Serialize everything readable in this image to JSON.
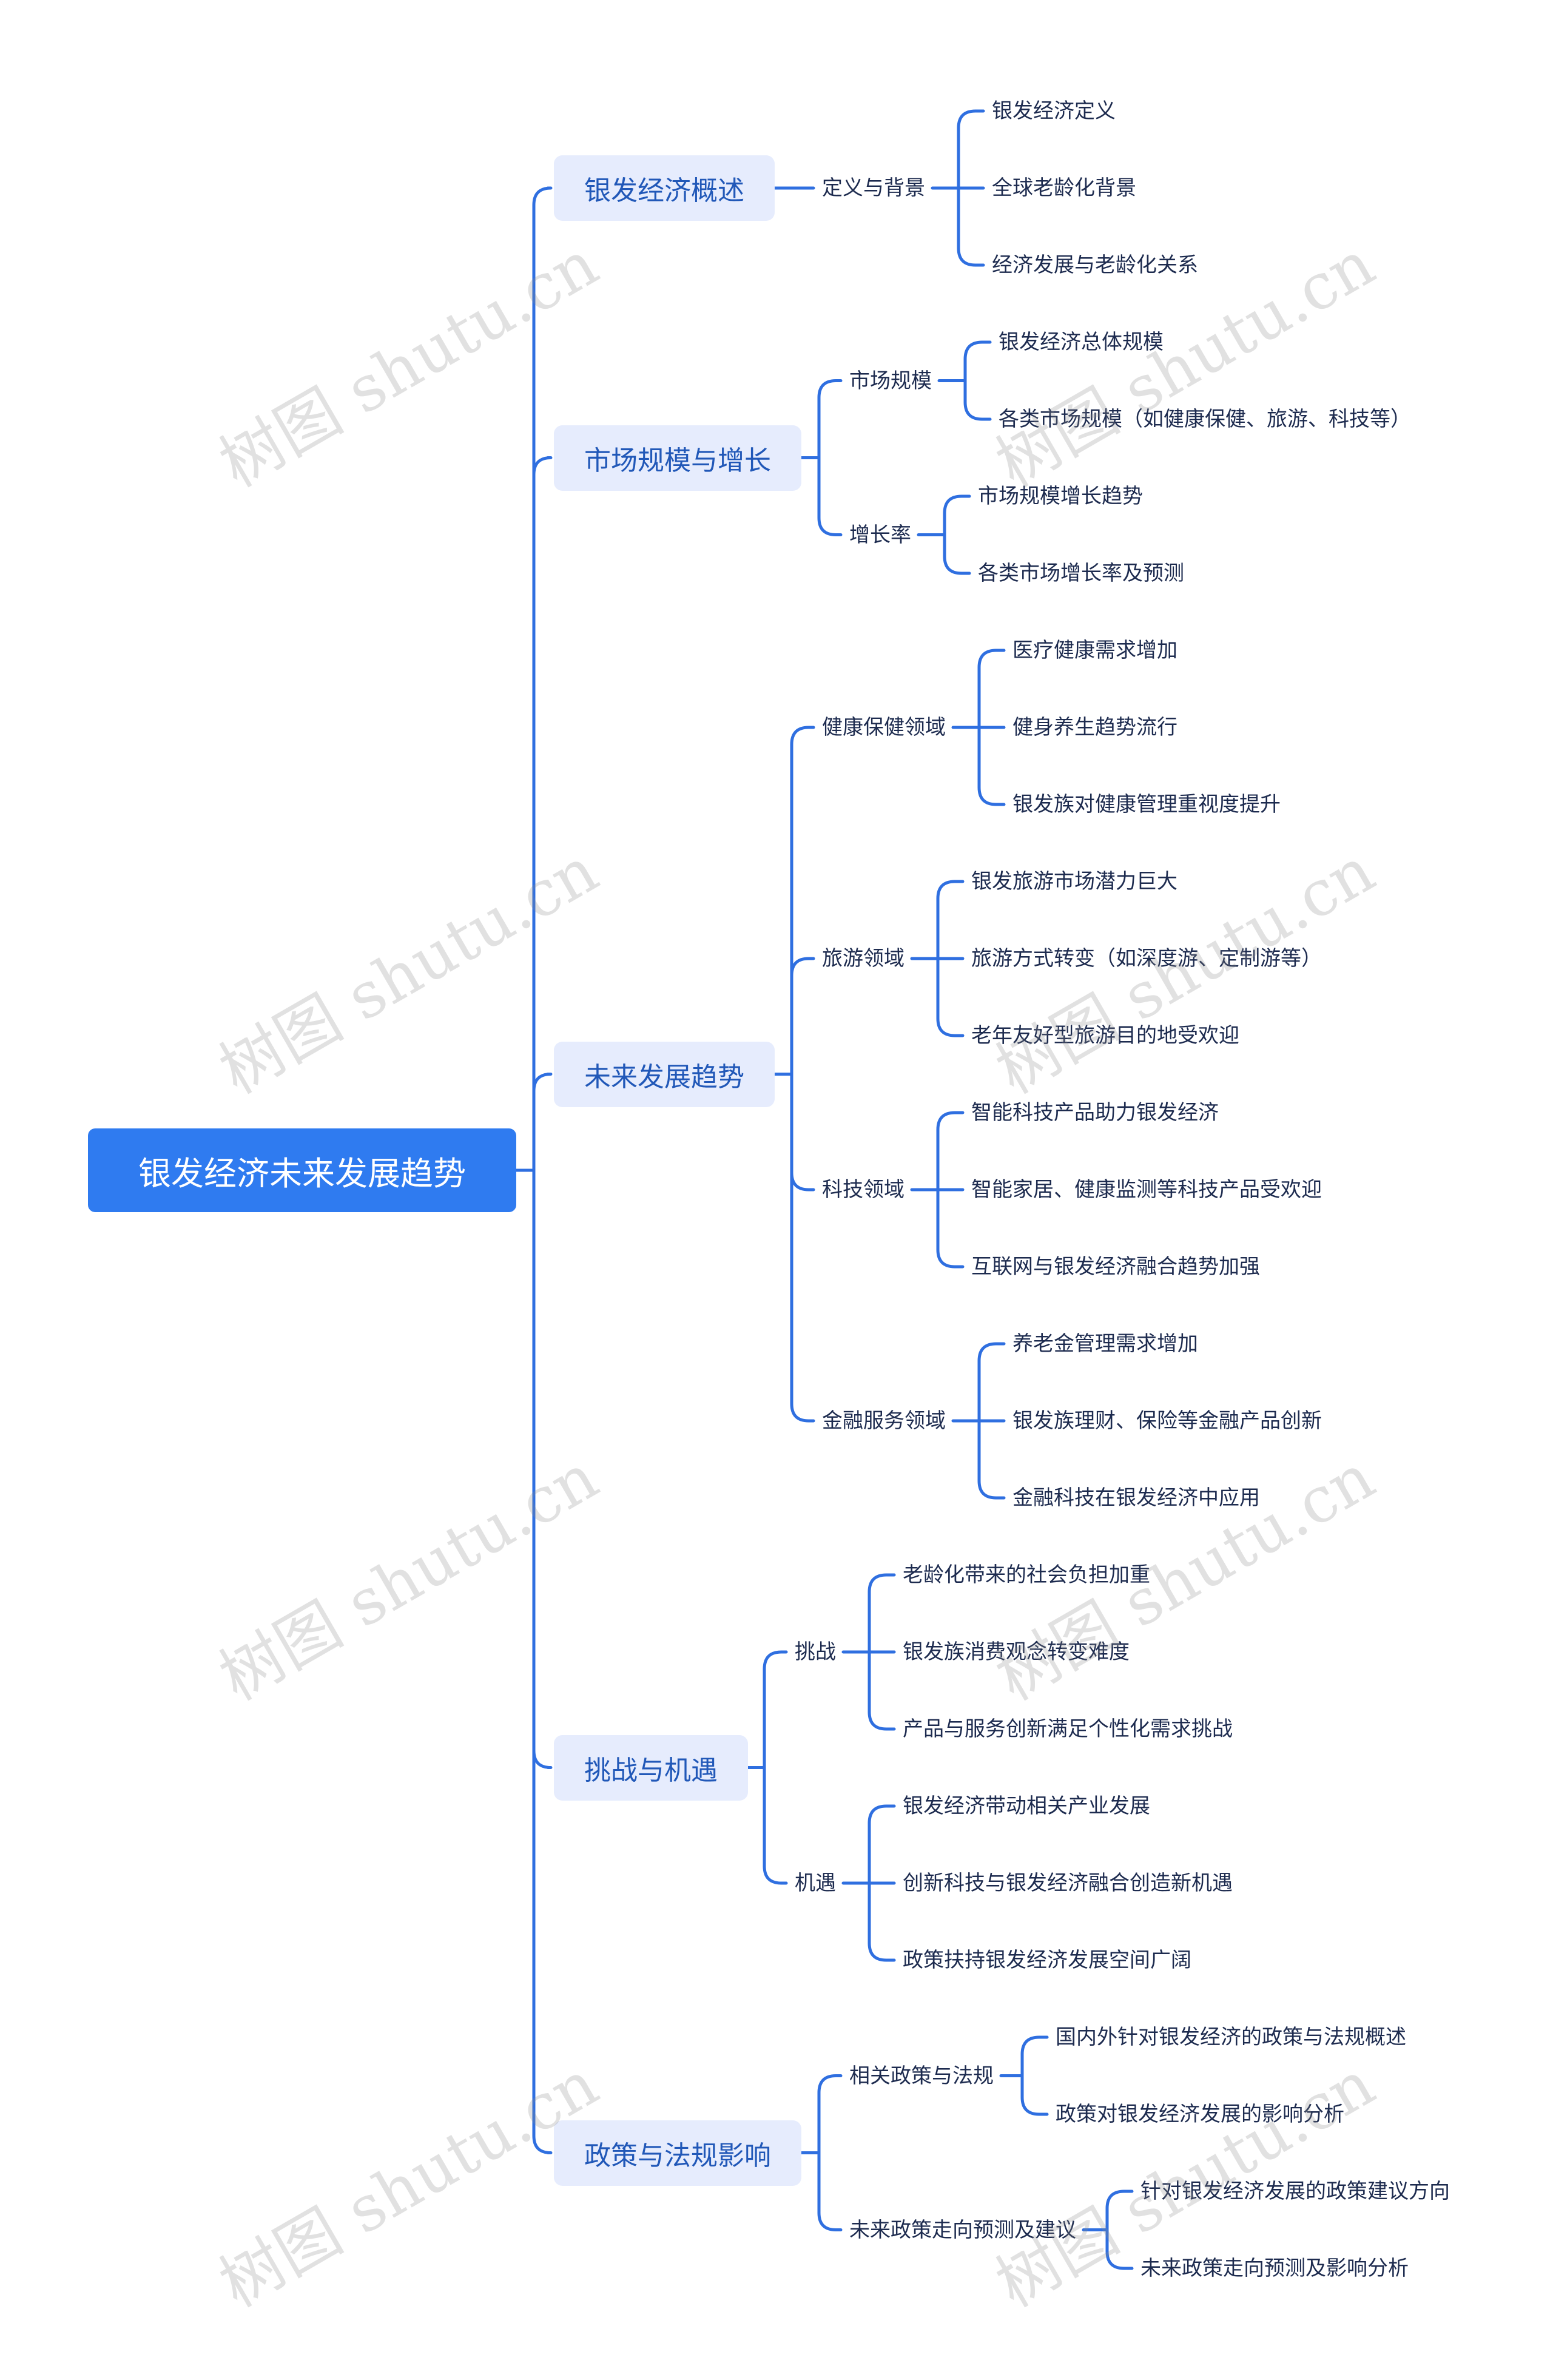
{
  "watermark": "树图 shutu.cn",
  "colors": {
    "root_bg": "#2f7bf0",
    "branch_bg": "#e6ecfd",
    "branch_text": "#2158b8",
    "line": "#2f6fe0",
    "leaf_text": "#1d2b4f"
  },
  "mindmap": {
    "root": "银发经济未来发展趋势",
    "branches": [
      {
        "label": "银发经济概述",
        "children": [
          {
            "label": "定义与背景",
            "children": [
              "银发经济定义",
              "全球老龄化背景",
              "经济发展与老龄化关系"
            ]
          }
        ]
      },
      {
        "label": "市场规模与增长",
        "children": [
          {
            "label": "市场规模",
            "children": [
              "银发经济总体规模",
              "各类市场规模（如健康保健、旅游、科技等）"
            ]
          },
          {
            "label": "增长率",
            "children": [
              "市场规模增长趋势",
              "各类市场增长率及预测"
            ]
          }
        ]
      },
      {
        "label": "未来发展趋势",
        "children": [
          {
            "label": "健康保健领域",
            "children": [
              "医疗健康需求增加",
              "健身养生趋势流行",
              "银发族对健康管理重视度提升"
            ]
          },
          {
            "label": "旅游领域",
            "children": [
              "银发旅游市场潜力巨大",
              "旅游方式转变（如深度游、定制游等）",
              "老年友好型旅游目的地受欢迎"
            ]
          },
          {
            "label": "科技领域",
            "children": [
              "智能科技产品助力银发经济",
              "智能家居、健康监测等科技产品受欢迎",
              "互联网与银发经济融合趋势加强"
            ]
          },
          {
            "label": "金融服务领域",
            "children": [
              "养老金管理需求增加",
              "银发族理财、保险等金融产品创新",
              "金融科技在银发经济中应用"
            ]
          }
        ]
      },
      {
        "label": "挑战与机遇",
        "children": [
          {
            "label": "挑战",
            "children": [
              "老龄化带来的社会负担加重",
              "银发族消费观念转变难度",
              "产品与服务创新满足个性化需求挑战"
            ]
          },
          {
            "label": "机遇",
            "children": [
              "银发经济带动相关产业发展",
              "创新科技与银发经济融合创造新机遇",
              "政策扶持银发经济发展空间广阔"
            ]
          }
        ]
      },
      {
        "label": "政策与法规影响",
        "children": [
          {
            "label": "相关政策与法规",
            "children": [
              "国内外针对银发经济的政策与法规概述",
              "政策对银发经济发展的影响分析"
            ]
          },
          {
            "label": "未来政策走向预测及建议",
            "children": [
              "针对银发经济发展的政策建议方向",
              "未来政策走向预测及影响分析"
            ]
          }
        ]
      }
    ]
  }
}
